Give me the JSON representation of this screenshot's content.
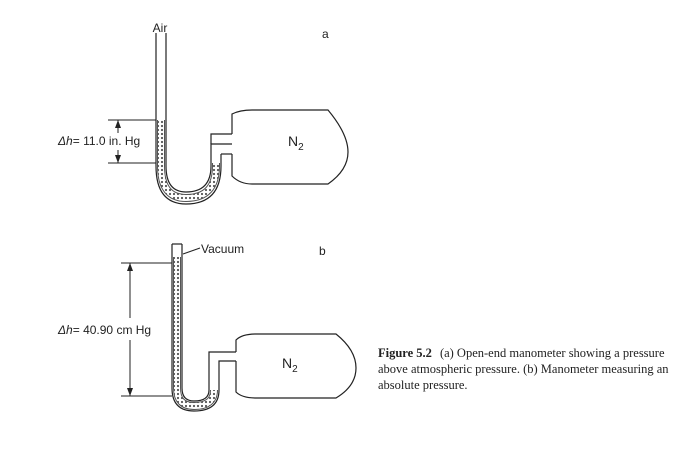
{
  "diagram_a": {
    "panel_label": "a",
    "open_end_label": "Air",
    "dh_symbol": "Δh",
    "dh_value": "= 11.0 in. Hg",
    "gas": "N",
    "gas_subscript": "2"
  },
  "diagram_b": {
    "panel_label": "b",
    "closed_end_label": "Vacuum",
    "dh_symbol": "Δh",
    "dh_value": "= 40.90 cm Hg",
    "gas": "N",
    "gas_subscript": "2"
  },
  "caption": {
    "figure_label": "Figure 5.2",
    "text": "(a) Open-end manometer showing a pressure above atmospheric pressure. (b) Manometer measuring an absolute pressure."
  },
  "colors": {
    "line": "#222222",
    "mercury": "#555555"
  }
}
